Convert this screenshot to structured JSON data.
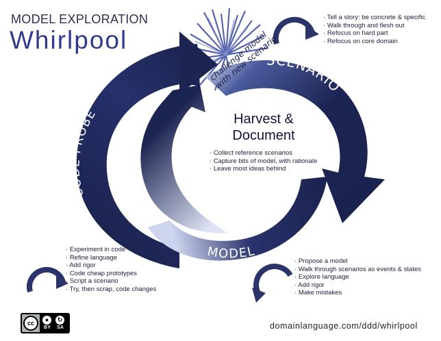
{
  "title": {
    "small": "MODEL EXPLORATION",
    "big": "Whirlpool"
  },
  "arcs": {
    "scenario": "SCENARIO",
    "code_probe": "CODE PROBE",
    "model": "MODEL"
  },
  "burst": {
    "line1": "challenge model",
    "line2": "with new scenario"
  },
  "center": {
    "heading_line1": "Harvest &",
    "heading_line2": "Document",
    "items": [
      "Collect reference scenarios",
      "Capture bits of model, with rationale",
      "Leave most ideas behind"
    ]
  },
  "scenario_list": [
    "Tell a story: be concrete & specific",
    "Walk through and flesh out",
    "Refocus on hard part",
    "Refocus on core domain"
  ],
  "code_probe_list": [
    "Experiment in code",
    "Refine language",
    "Add rigor",
    "Code cheap prototypes",
    "Script a scenario",
    "Try, then scrap, code changes"
  ],
  "model_list": [
    "Propose a model",
    "Walk through scenarios as events & states",
    "Explore language",
    "Add rigor",
    "Make mistakes"
  ],
  "license": {
    "cc": "cc",
    "by": "BY",
    "sa": "SA"
  },
  "footer_url": "domainlanguage.com/ddd/whirlpool",
  "colors": {
    "navy": "#1c2552",
    "mid_blue": "#3a4a8c",
    "light_blue": "#b9c4e6",
    "title_blue": "#2f3a8c"
  }
}
